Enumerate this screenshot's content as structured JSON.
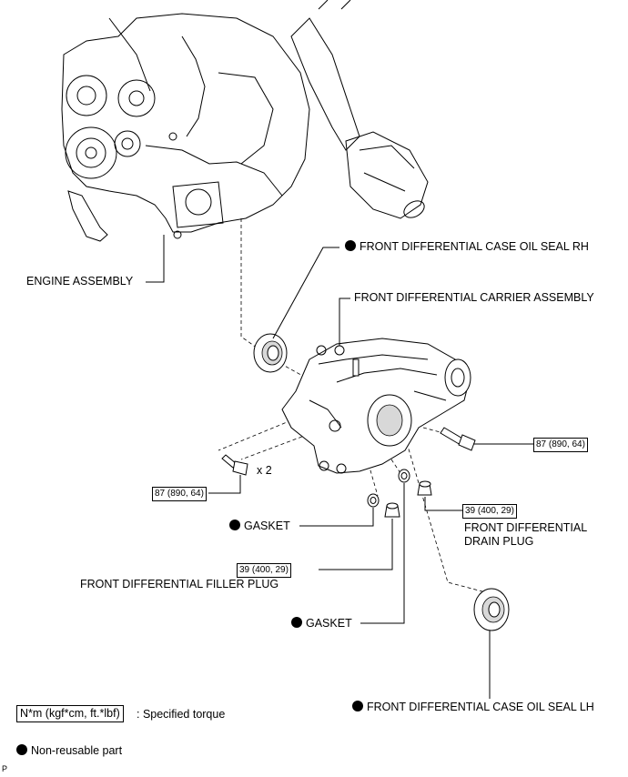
{
  "labels": {
    "engine_assembly": "ENGINE ASSEMBLY",
    "oil_seal_rh": "FRONT DIFFERENTIAL CASE OIL SEAL RH",
    "carrier_assembly": "FRONT DIFFERENTIAL CARRIER ASSEMBLY",
    "quantity_x2": "x 2",
    "gasket_upper": "GASKET",
    "drain_plug_line1": "FRONT DIFFERENTIAL",
    "drain_plug_line2": "DRAIN PLUG",
    "filler_plug": "FRONT DIFFERENTIAL FILLER PLUG",
    "gasket_lower": "GASKET",
    "oil_seal_lh": "FRONT DIFFERENTIAL CASE OIL SEAL LH",
    "corner_mark": "P"
  },
  "torques": {
    "carrier_bolt_right": "87 (890, 64)",
    "carrier_bolt_left": "87 (890, 64)",
    "drain_plug": "39 (400, 29)",
    "filler_plug": "39 (400, 29)"
  },
  "legend": {
    "torque_unit": "N*m (kgf*cm, ft.*lbf)",
    "torque_desc": ": Specified torque",
    "non_reusable": "Non-reusable part"
  }
}
